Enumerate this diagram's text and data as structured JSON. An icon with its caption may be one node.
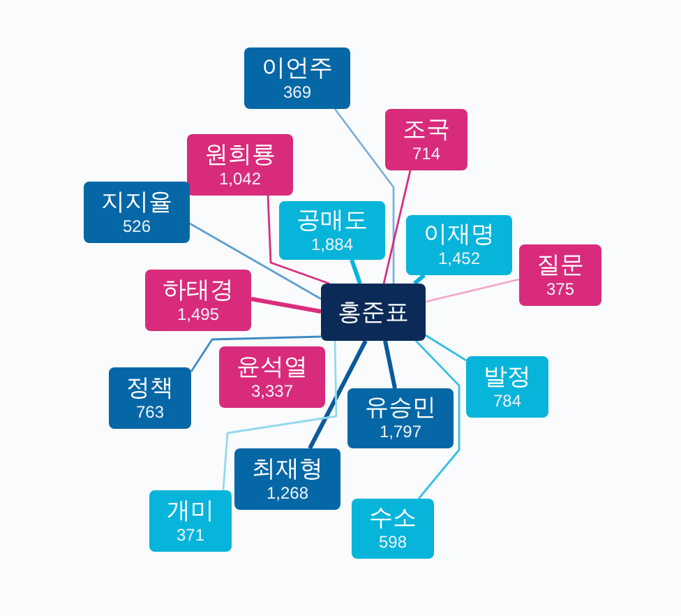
{
  "diagram": {
    "nodes": [
      {
        "text": [
          "홍준표"
        ]
      },
      {
        "text": [
          "이언주",
          "369"
        ]
      },
      {
        "text": [
          "조국",
          "714"
        ]
      },
      {
        "text": [
          "원희룡",
          "1,042"
        ]
      },
      {
        "text": [
          "지지율",
          "526"
        ]
      },
      {
        "text": [
          "공매도",
          "1,884"
        ]
      },
      {
        "text": [
          "이재명",
          "1,452"
        ]
      },
      {
        "text": [
          "질문",
          "375"
        ]
      },
      {
        "text": [
          "하태경",
          "1,495"
        ]
      },
      {
        "text": [
          "윤석열",
          "3,337"
        ]
      },
      {
        "text": [
          "발정",
          "784"
        ]
      },
      {
        "text": [
          "정책",
          "763"
        ]
      },
      {
        "text": [
          "유승민",
          "1,797"
        ]
      },
      {
        "text": [
          "최재형",
          "1,268"
        ]
      },
      {
        "text": [
          "개미",
          "371"
        ]
      },
      {
        "text": [
          "수소",
          "598"
        ]
      }
    ],
    "edges": [
      {
        "from": 0,
        "to": 1,
        "arrow": "none",
        "color": "#7fb3d8"
      },
      {
        "from": 0,
        "to": 2,
        "arrow": "none",
        "color": "#d92d7c"
      },
      {
        "from": 0,
        "to": 3,
        "arrow": "none",
        "color": "#d92d7c"
      },
      {
        "from": 0,
        "to": 4,
        "arrow": "none",
        "color": "#5e9fcf"
      },
      {
        "from": 0,
        "to": 5,
        "arrow": "none",
        "style": "thick",
        "color": "#0ab4da"
      },
      {
        "from": 0,
        "to": 6,
        "arrow": "none",
        "style": "thick",
        "color": "#0ab4da"
      },
      {
        "from": 0,
        "to": 7,
        "arrow": "none",
        "color": "#f3a5c5"
      },
      {
        "from": 0,
        "to": 8,
        "arrow": "none",
        "style": "thick",
        "color": "#d92d7c"
      },
      {
        "from": 0,
        "to": 10,
        "arrow": "none",
        "color": "#2dbde2"
      },
      {
        "from": 0,
        "to": 11,
        "arrow": "none",
        "color": "#3f89c3"
      },
      {
        "from": 0,
        "to": 12,
        "arrow": "none",
        "style": "thick",
        "color": "#0b5a9a"
      },
      {
        "from": 0,
        "to": 13,
        "arrow": "none",
        "style": "thick",
        "color": "#0b5a9a"
      },
      {
        "from": 0,
        "to": 14,
        "arrow": "none",
        "color": "#93d9ee"
      },
      {
        "from": 0,
        "to": 15,
        "arrow": "none",
        "color": "#37c0e2"
      }
    ]
  }
}
